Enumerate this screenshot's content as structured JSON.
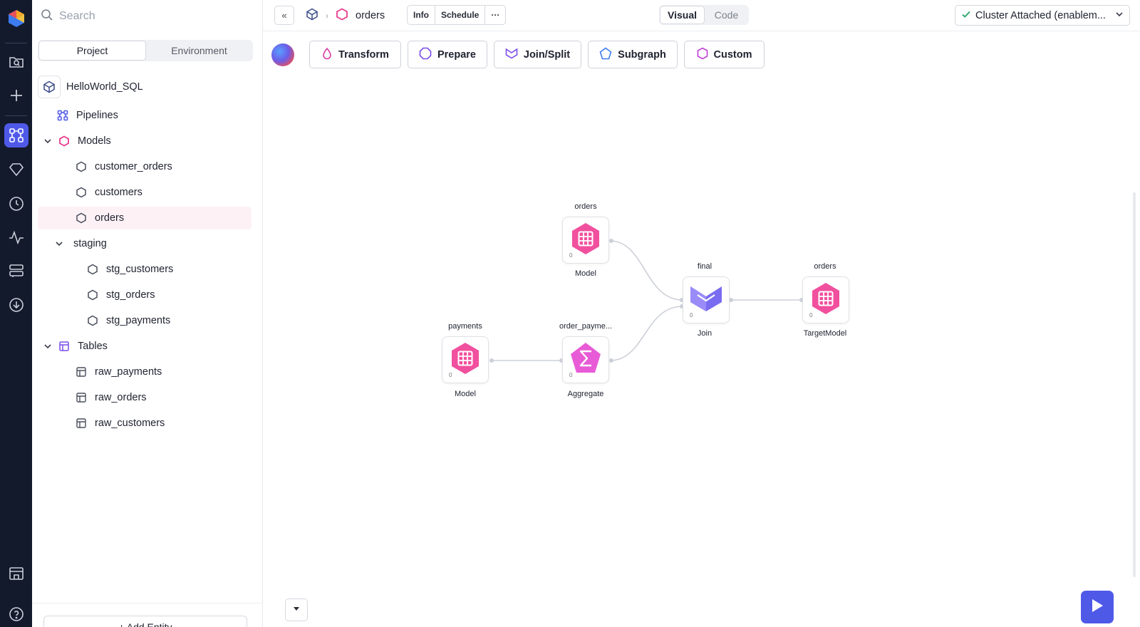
{
  "search": {
    "placeholder": "Search"
  },
  "panel_tabs": [
    {
      "label": "Project",
      "active": true
    },
    {
      "label": "Environment",
      "active": false
    }
  ],
  "project": {
    "name": "HelloWorld_SQL"
  },
  "tree": [
    {
      "label": "Pipelines",
      "icon": "pipelines-icon",
      "level": 0,
      "expandable": false
    },
    {
      "label": "Models",
      "icon": "model-hexagon-icon",
      "level": 0,
      "expandable": true
    },
    {
      "label": "customer_orders",
      "icon": "hexagon-outline-icon",
      "level": 1
    },
    {
      "label": "customers",
      "icon": "hexagon-outline-icon",
      "level": 1
    },
    {
      "label": "orders",
      "icon": "hexagon-outline-icon",
      "level": 1,
      "selected": true
    },
    {
      "label": "staging",
      "icon": "",
      "level": 1,
      "expandable": true
    },
    {
      "label": "stg_customers",
      "icon": "hexagon-outline-icon",
      "level": 2
    },
    {
      "label": "stg_orders",
      "icon": "hexagon-outline-icon",
      "level": 2
    },
    {
      "label": "stg_payments",
      "icon": "hexagon-outline-icon",
      "level": 2
    },
    {
      "label": "Tables",
      "icon": "table-icon",
      "level": 0,
      "expandable": true
    },
    {
      "label": "raw_payments",
      "icon": "table-outline-icon",
      "level": 1
    },
    {
      "label": "raw_orders",
      "icon": "table-outline-icon",
      "level": 1
    },
    {
      "label": "raw_customers",
      "icon": "table-outline-icon",
      "level": 1
    }
  ],
  "add_entity_label": "+ Add Entity",
  "topbar": {
    "collapse_label": "«",
    "breadcrumb_current": "orders",
    "breadcrumb_sep": "›",
    "info_label": "Info",
    "schedule_label": "Schedule",
    "more_label": "···",
    "view_tabs": [
      {
        "label": "Visual",
        "active": true
      },
      {
        "label": "Code",
        "active": false
      }
    ],
    "cluster_label": "Cluster Attached (enablem..."
  },
  "gems": [
    {
      "label": "Transform",
      "icon": "transform-droplet-icon"
    },
    {
      "label": "Prepare",
      "icon": "prepare-octagon-icon"
    },
    {
      "label": "Join/Split",
      "icon": "join-split-icon"
    },
    {
      "label": "Subgraph",
      "icon": "subgraph-pentagon-icon"
    },
    {
      "label": "Custom",
      "icon": "custom-hexagon-icon"
    }
  ],
  "nodes": [
    {
      "id": "orders_model",
      "title": "orders",
      "type_label": "Model",
      "count": "0",
      "kind": "table"
    },
    {
      "id": "final_join",
      "title": "final",
      "type_label": "Join",
      "count": "0",
      "kind": "join"
    },
    {
      "id": "orders_target",
      "title": "orders",
      "type_label": "TargetModel",
      "count": "0",
      "kind": "table"
    },
    {
      "id": "payments_model",
      "title": "payments",
      "type_label": "Model",
      "count": "0",
      "kind": "table"
    },
    {
      "id": "order_payments_agg",
      "title": "order_payme...",
      "type_label": "Aggregate",
      "count": "0",
      "kind": "aggregate"
    }
  ],
  "colors": {
    "accent": "#4f59e8",
    "rail_bg": "#131a2c",
    "model_pink": "#f1509e",
    "join_purple": "#7a6cf0",
    "selected_row": "#fdf1f6"
  }
}
